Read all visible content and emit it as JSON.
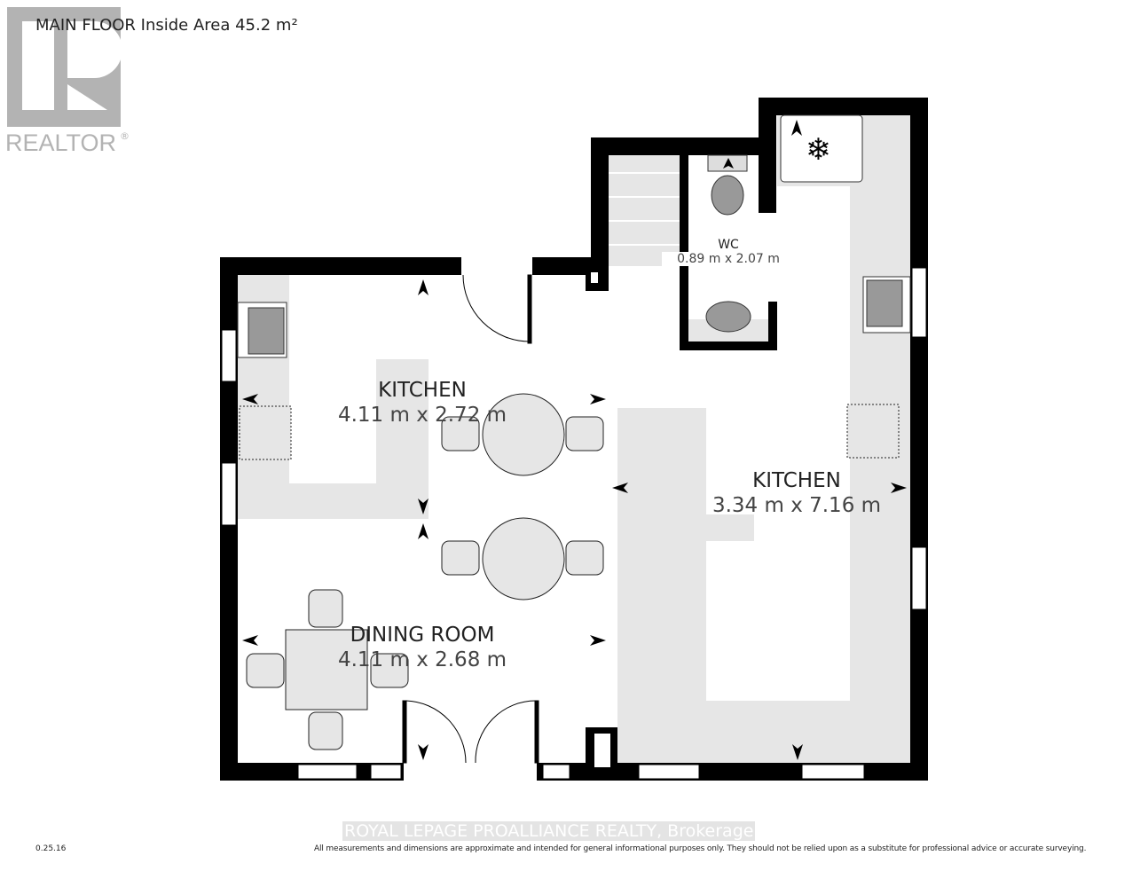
{
  "header": {
    "title": "MAIN FLOOR Inside Area 45.2 m²"
  },
  "logo": {
    "text": "REALTOR",
    "mark": "®"
  },
  "rooms": [
    {
      "name": "KITCHEN",
      "dims": "4.11 m x 2.72 m"
    },
    {
      "name": "KITCHEN",
      "dims": "3.34 m x 7.16 m"
    },
    {
      "name": "DINING ROOM",
      "dims": "4.11 m x 2.68 m"
    },
    {
      "name": "WC",
      "dims": "0.89 m x 2.07 m"
    }
  ],
  "footer": {
    "version": "0.25.16",
    "watermark": "ROYAL LEPAGE PROALLIANCE REALTY, Brokerage",
    "disclaimer": "All measurements and dimensions are approximate and intended for general informational purposes only. They should not be relied upon as a substitute for professional advice or accurate surveying."
  },
  "colors": {
    "wall": "#000000",
    "counter": "#e6e6e6",
    "logo": "#b3b3b3"
  }
}
